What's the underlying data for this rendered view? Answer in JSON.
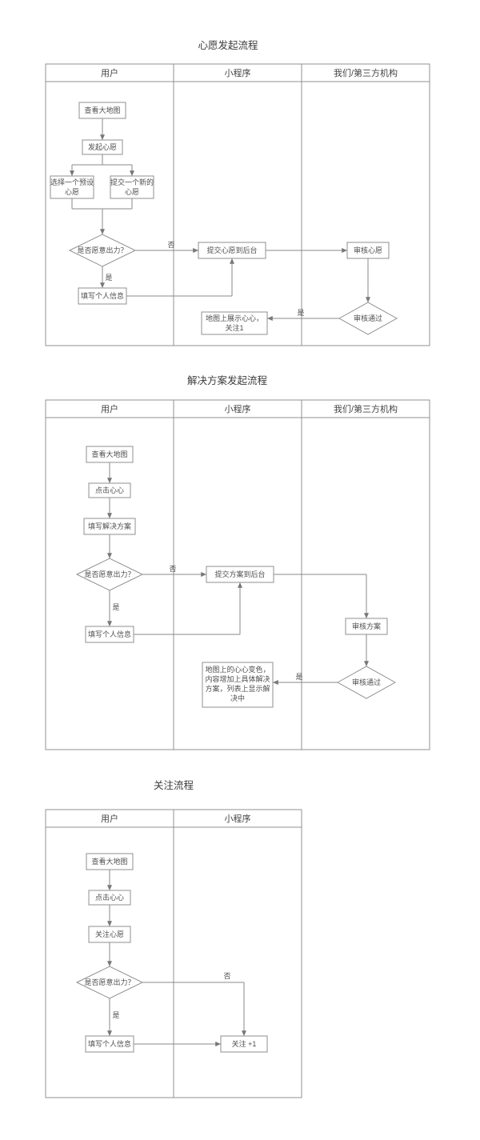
{
  "page": {
    "background": "#ffffff",
    "line_color": "#8f8f8f",
    "text_color": "#4f4f4f"
  },
  "charts": [
    {
      "title": "心愿发起流程",
      "lanes": [
        "用户",
        "小程序",
        "我们/第三方机构"
      ],
      "nodes": {
        "view_map": "查看大地图",
        "start_wish": "发起心愿",
        "choose_preset": [
          "选择一个预设",
          "心愿"
        ],
        "submit_new": [
          "提交一个新的",
          "心愿"
        ],
        "willing": "是否愿意出力？",
        "fill_info": "填写个人信息",
        "submit_backend": "提交心愿到后台",
        "review_wish": "审核心愿",
        "review_pass": "审核通过",
        "show_on_map": [
          "地图上展示心心，",
          "关注1"
        ]
      },
      "edge_labels": {
        "no": "否",
        "yes": "是",
        "approved": "是"
      }
    },
    {
      "title": "解决方案发起流程",
      "lanes": [
        "用户",
        "小程序",
        "我们/第三方机构"
      ],
      "nodes": {
        "view_map": "查看大地图",
        "click_heart": "点击心心",
        "fill_solution": "填写解决方案",
        "willing": "是否愿意出力？",
        "fill_info": "填写个人信息",
        "submit_backend": "提交方案到后台",
        "review_solution": "审核方案",
        "review_pass": "审核通过",
        "map_update": [
          "地图上的心心变色，",
          "内容增加上具体解决",
          "方案，列表上显示解",
          "决中"
        ]
      },
      "edge_labels": {
        "no": "否",
        "yes": "是",
        "approved": "是"
      }
    },
    {
      "title": "关注流程",
      "lanes": [
        "用户",
        "小程序"
      ],
      "nodes": {
        "view_map": "查看大地图",
        "click_heart": "点击心心",
        "follow_wish": "关注心愿",
        "willing": "是否愿意出力？",
        "fill_info": "填写个人信息",
        "follow_plus": "关注 +1"
      },
      "edge_labels": {
        "no": "否",
        "yes": "是"
      }
    }
  ]
}
